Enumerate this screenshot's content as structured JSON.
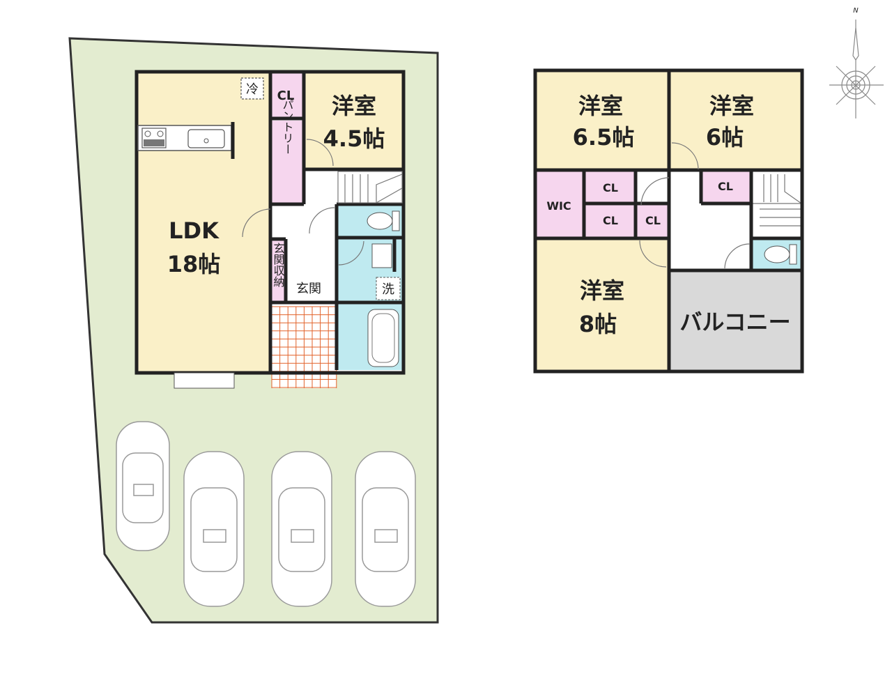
{
  "floor1": {
    "ldk": {
      "name": "LDK",
      "size": "18帖"
    },
    "western_room": {
      "name": "洋室",
      "size": "4.5帖"
    },
    "closet": "CL",
    "pantry": "パントリー",
    "entrance_storage": "玄関収納",
    "entrance": "玄関",
    "refrigerator": "冷",
    "washer": "洗"
  },
  "floor2": {
    "room_a": {
      "name": "洋室",
      "size": "6.5帖"
    },
    "room_b": {
      "name": "洋室",
      "size": "6帖"
    },
    "room_c": {
      "name": "洋室",
      "size": "8帖"
    },
    "wic": "WIC",
    "closets": [
      "CL",
      "CL",
      "CL",
      "CL"
    ],
    "balcony": "バルコニー"
  },
  "compass": {
    "north": "N"
  },
  "colors": {
    "lot": "#e3ecd0",
    "room": "#faf0c8",
    "closet": "#f6d6ee",
    "wet": "#bfeaf0",
    "balcony": "#d9d9d9",
    "entrance_tile": "#e2622a",
    "wall": "#222222"
  }
}
